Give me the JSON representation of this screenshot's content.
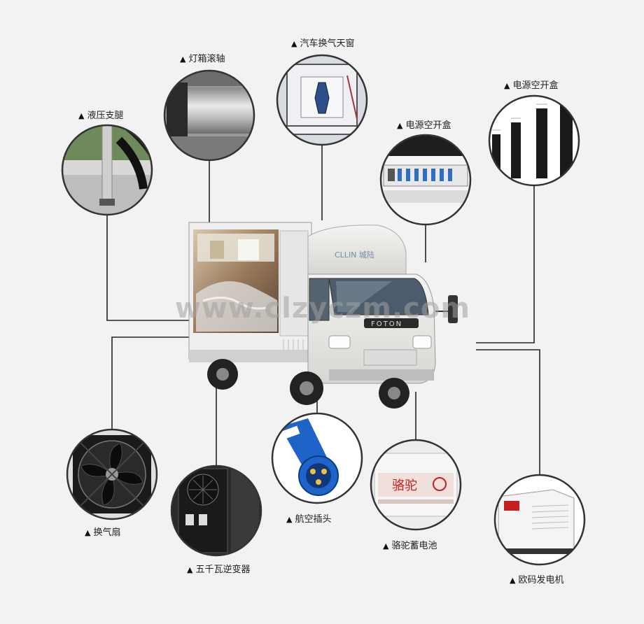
{
  "watermark": "www.clzyczm.com",
  "truck": {
    "brand_text": "FOTON",
    "cab_text": "CLLIN 城陆"
  },
  "parts": [
    {
      "id": "hydraulic-leg",
      "label": "液压支腿",
      "icon": "hydraulic-leg-icon"
    },
    {
      "id": "lightbox-roller",
      "label": "灯箱滚轴",
      "icon": "roller-icon"
    },
    {
      "id": "roof-vent",
      "label": "汽车换气天窗",
      "icon": "roof-vent-icon"
    },
    {
      "id": "power-box-1",
      "label": "电源空开盒",
      "icon": "breaker-box-icon"
    },
    {
      "id": "power-box-2",
      "label": "电源空开盒",
      "icon": "speaker-column-icon"
    },
    {
      "id": "exhaust-fan",
      "label": "换气扇",
      "icon": "fan-icon"
    },
    {
      "id": "inverter",
      "label": "五千瓦逆变器",
      "icon": "inverter-icon"
    },
    {
      "id": "aviation-plug",
      "label": "航空插头",
      "icon": "plug-icon"
    },
    {
      "id": "battery",
      "label": "骆驼蓄电池",
      "icon": "battery-icon"
    },
    {
      "id": "generator",
      "label": "欧码发电机",
      "icon": "generator-icon"
    }
  ],
  "battery_brand": "骆驼",
  "colors": {
    "background": "#f2f2f2",
    "line": "#222222",
    "plug_blue": "#1e63c8",
    "circle_border": "#333333"
  }
}
